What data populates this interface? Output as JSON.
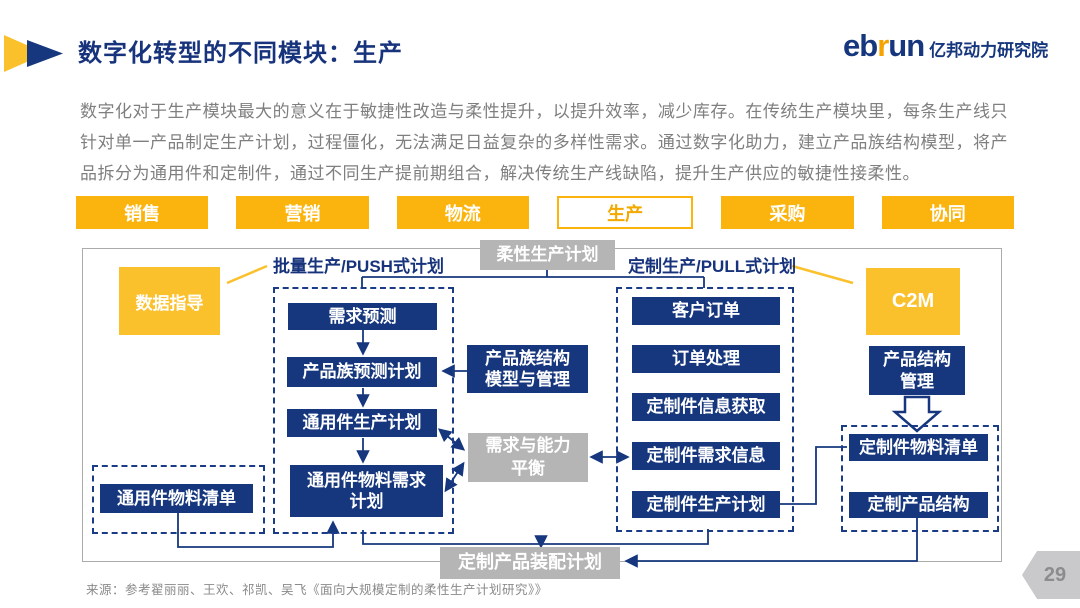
{
  "header": {
    "title": "数字化转型的不同模块：生产",
    "logo": {
      "part1": "eb",
      "part2": "r",
      "part3": "un",
      "cn": "亿邦动力研究院"
    }
  },
  "intro": {
    "text": "数字化对于生产模块最大的意义在于敏捷性改造与柔性提升，以提升效率，减少库存。在传统生产模块里，每条生产线只针对单一产品制定生产计划，过程僵化，无法满足日益复杂的多样性需求。通过数字化助力，建立产品族结构模型，将产品拆分为通用件和定制件，通过不同生产提前期组合，解决传统生产线缺陷，提升生产供应的敏捷性接柔性。"
  },
  "tabs": [
    {
      "label": "销售",
      "selected": false
    },
    {
      "label": "营销",
      "selected": false
    },
    {
      "label": "物流",
      "selected": false
    },
    {
      "label": "生产",
      "selected": true
    },
    {
      "label": "采购",
      "selected": false
    },
    {
      "label": "协同",
      "selected": false
    }
  ],
  "diagram": {
    "top_box": "柔性生产计划",
    "push_label": "批量生产/PUSH式计划",
    "pull_label": "定制生产/PULL式计划",
    "data_guide": "数据指导",
    "c2m": "C2M",
    "push_chain": [
      "需求预测",
      "产品族预测计划",
      "通用件生产计划",
      "通用件物料需求\n计划"
    ],
    "pull_chain": [
      "客户订单",
      "订单处理",
      "定制件信息获取",
      "定制件需求信息",
      "定制件生产计划"
    ],
    "family_model": "产品族结构\n模型与管理",
    "balance": "需求与能力\n平衡",
    "product_structure": "产品结构\n管理",
    "custom_bom": "定制件物料清单",
    "custom_structure": "定制产品结构",
    "common_bom": "通用件物料清单",
    "assembly": "定制产品装配计划"
  },
  "footer": {
    "source": "来源：参考翟丽丽、王欢、祁凯、吴飞《面向大规模定制的柔性生产计划研究》》",
    "page": "29"
  },
  "colors": {
    "brand_blue": "#16377E",
    "accent_yellow": "#FBB40D",
    "box_gray": "#B5B5B5",
    "text_gray": "#7F7F7F"
  }
}
